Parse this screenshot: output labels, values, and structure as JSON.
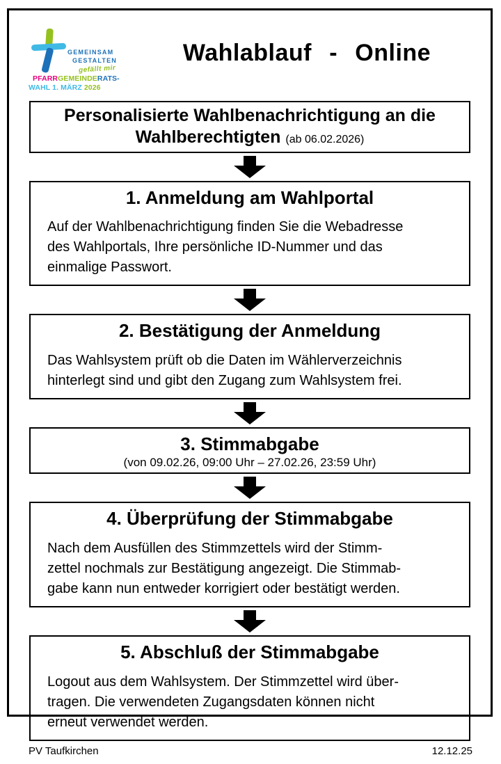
{
  "colors": {
    "ink": "#000000",
    "logo_green": "#95c11f",
    "logo_lightblue": "#41b9e5",
    "logo_darkblue": "#1d71b8",
    "logo_magenta": "#e6007e"
  },
  "header": {
    "title": "Wahlablauf - Online"
  },
  "logo": {
    "tagline_line1": "GEMEINSAM",
    "tagline_line2": "GESTALTEN",
    "tagline_script": "gefällt mir",
    "campaign": {
      "part_pfarr": "PFARR",
      "part_gemeinde": "GEMEINDE",
      "part_rats": "RATS-",
      "part_wahl": "WAHL 1. MÄRZ ",
      "part_year": "2026"
    }
  },
  "steps": [
    {
      "title": "Personalisierte Wahlbenachrichtigung an die Wahlberechtigten",
      "note": "(ab 06.02.2026)"
    },
    {
      "heading": "1. Anmeldung am Wahlportal",
      "body": "Auf der Wahlbenachrichtigung finden Sie die Webadresse\ndes Wahlportals, Ihre persönliche ID-Nummer und das\neinmalige Passwort."
    },
    {
      "heading": "2. Bestätigung der Anmeldung",
      "body": "Das Wahlsystem prüft ob die Daten im Wählerverzeichnis\nhinterlegt sind und gibt den Zugang zum Wahlsystem frei."
    },
    {
      "heading": "3. Stimmabgabe",
      "subtitle": "(von 09.02.26, 09:00 Uhr – 27.02.26, 23:59 Uhr)"
    },
    {
      "heading": "4. Überprüfung der Stimmabgabe",
      "body": "Nach dem Ausfüllen des Stimmzettels wird der Stimm-\nzettel nochmals zur Bestätigung angezeigt. Die Stimmab-\ngabe kann nun entweder korrigiert oder bestätigt werden."
    },
    {
      "heading": "5. Abschluß der Stimmabgabe",
      "body": "Logout aus dem Wahlsystem. Der Stimmzettel wird über-\ntragen. Die verwendeten Zugangsdaten können nicht\nerneut verwendet werden."
    }
  ],
  "footer": {
    "left": "PV Taufkirchen",
    "right": "12.12.25"
  }
}
